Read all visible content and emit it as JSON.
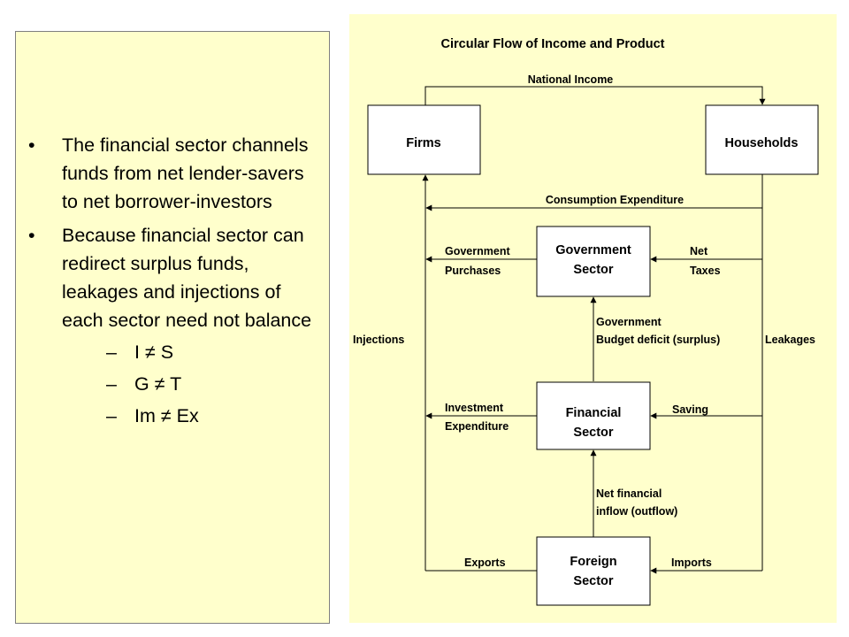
{
  "slide": {
    "bullets": [
      {
        "text": "The financial sector channels funds from net lender-savers to net borrower-investors"
      },
      {
        "text": "Because financial sector can redirect surplus funds, leakages and injections of each sector need not balance"
      }
    ],
    "sub_bullets": [
      "I  ≠ S",
      "G  ≠ T",
      "Im  ≠ Ex"
    ],
    "bullet_glyph": "•",
    "dash_glyph": "–"
  },
  "diagram": {
    "title": "Circular Flow of Income and Product",
    "nodes": {
      "firms": "Firms",
      "households": "Households",
      "government": [
        "Government",
        "Sector"
      ],
      "financial": [
        "Financial",
        "Sector"
      ],
      "foreign": [
        "Foreign",
        "Sector"
      ]
    },
    "flows": {
      "national_income": "National Income",
      "consumption": "Consumption Expenditure",
      "gov_purchases": [
        "Government",
        "Purchases"
      ],
      "net_taxes": [
        "Net",
        "Taxes"
      ],
      "gov_budget": [
        "Government",
        "Budget deficit (surplus)"
      ],
      "investment": [
        "Investment",
        "Expenditure"
      ],
      "saving": "Saving",
      "net_financial_inflow": [
        "Net financial",
        "inflow (outflow)"
      ],
      "exports": "Exports",
      "imports": "Imports"
    },
    "side_labels": {
      "injections": "Injections",
      "leakages": "Leakages"
    }
  }
}
